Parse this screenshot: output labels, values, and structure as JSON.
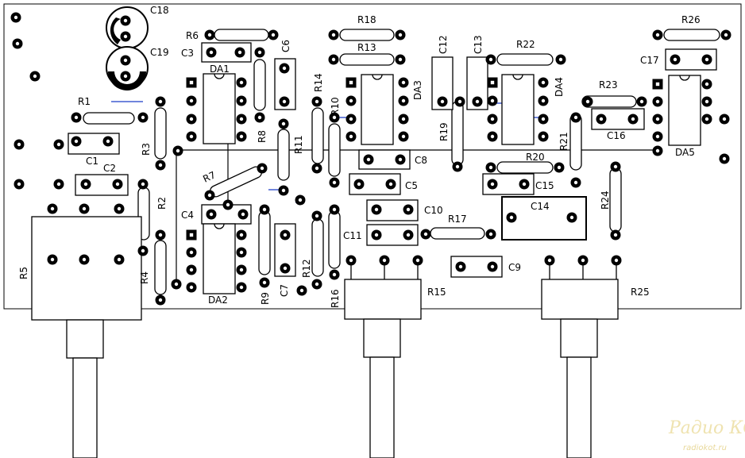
{
  "labels": {
    "C18": "C18",
    "C19": "C19",
    "R6": "R6",
    "C3": "C3",
    "DA1": "DA1",
    "C6": "C6",
    "R18": "R18",
    "R13": "R13",
    "C12": "C12",
    "C13": "C13",
    "R22": "R22",
    "R26": "R26",
    "C17": "C17",
    "R1": "R1",
    "R14": "R14",
    "R10": "R10",
    "DA3": "DA3",
    "DA4": "DA4",
    "R23": "R23",
    "C16": "C16",
    "R3": "R3",
    "R8": "R8",
    "R11": "R11",
    "R19": "R19",
    "R21": "R21",
    "DA5": "DA5",
    "C1": "C1",
    "C2": "C2",
    "R20": "R20",
    "C8": "C8",
    "R7": "R7",
    "C5": "C5",
    "C15": "C15",
    "R2": "R2",
    "R24": "R24",
    "C4": "C4",
    "C10": "C10",
    "C14": "C14",
    "R17": "R17",
    "C11": "C11",
    "R5": "R5",
    "R4": "R4",
    "DA2": "DA2",
    "R9": "R9",
    "C7": "C7",
    "R12": "R12",
    "R16": "R16",
    "C9": "C9",
    "R15": "R15",
    "R25": "R25"
  },
  "watermark": {
    "logo": "Радио КОТ",
    "site": "radiokot.ru"
  }
}
